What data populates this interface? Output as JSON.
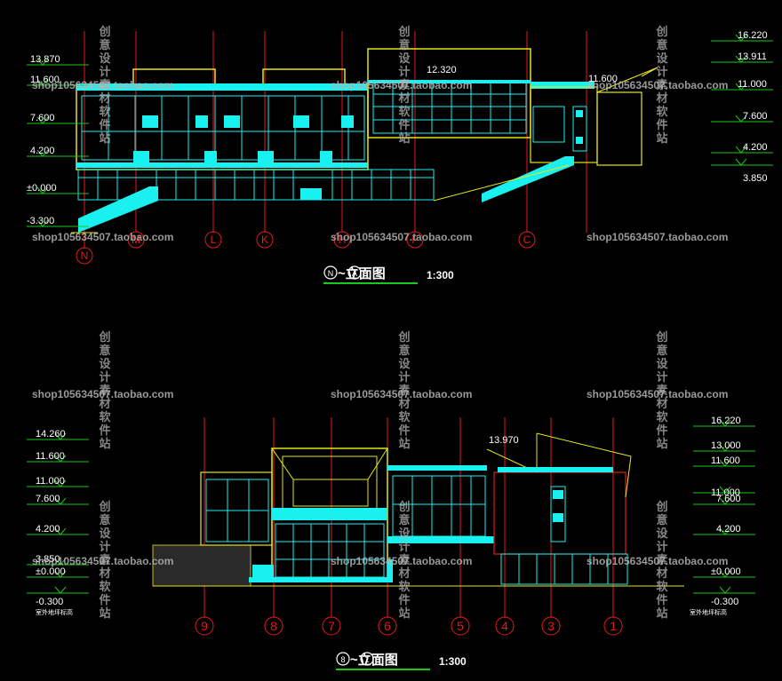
{
  "colors": {
    "background": "#000000",
    "cyan": "#19F0F0",
    "yellow": "#E6E619",
    "red": "#E61919",
    "green": "#19C819",
    "white": "#FFFFFF",
    "watermark": "#B4B4B4"
  },
  "watermark": {
    "shop_text": "shop105634507.taobao.com",
    "vertical_text": [
      "创",
      "意",
      "设",
      "计",
      "素",
      "材",
      "软",
      "件",
      "站"
    ]
  },
  "top_elevation": {
    "title": "~立面图",
    "title_start_mark": "N",
    "title_end_mark": "A",
    "scale": "1:300",
    "levels_left": [
      "13.870",
      "11.600",
      "7.600",
      "4.200",
      "±0.000",
      "-3.300"
    ],
    "levels_right": [
      "16.220",
      "13.911",
      "11.000",
      "7.600",
      "4.200",
      "3.850"
    ],
    "inline_levels": [
      "12.320",
      "11.600"
    ],
    "axes": [
      "N",
      "M",
      "L",
      "K",
      "H",
      "F",
      "C"
    ]
  },
  "bottom_elevation": {
    "title": "~立面图",
    "title_start_mark": "8",
    "title_end_mark": "1",
    "scale": "1:300",
    "levels_left": [
      "14.260",
      "11.600",
      "11.000",
      "7.600",
      "4.200",
      "3.850",
      "±0.000",
      "-0.300"
    ],
    "levels_right": [
      "16.220",
      "13.000",
      "11.600",
      "11.000",
      "7.600",
      "4.200",
      "±0.000",
      "-0.300"
    ],
    "inline_level": "13.970",
    "ground_label_left": "室外地坪标高",
    "ground_label_right": "室外地坪标高",
    "axes": [
      "9",
      "8",
      "7",
      "6",
      "5",
      "4",
      "3",
      "1"
    ]
  }
}
